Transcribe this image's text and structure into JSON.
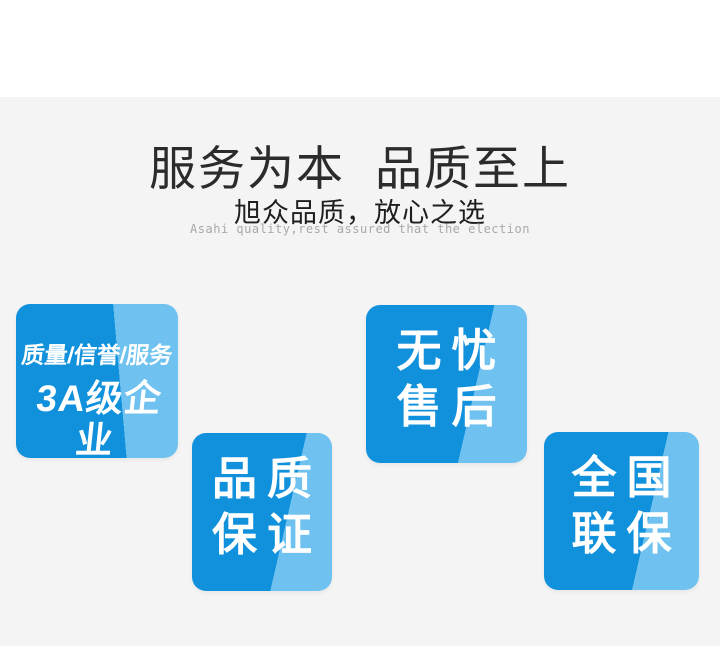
{
  "header": {
    "title_left": "服务为本",
    "title_right": "品质至上",
    "subtitle": "旭众品质，放心之选",
    "subtitle_en": "Asahi quality,rest assured that the election"
  },
  "badges": [
    {
      "id": "3a-enterprise",
      "lines": [
        "质量/信誉/服务",
        "3A级企业"
      ]
    },
    {
      "id": "quality-guarantee",
      "lines": [
        "品质",
        "保证"
      ]
    },
    {
      "id": "worry-free-aftersales",
      "lines": [
        "无忧",
        "售后"
      ]
    },
    {
      "id": "nationwide-warranty",
      "lines": [
        "全国",
        "联保"
      ]
    }
  ],
  "colors": {
    "page_bg": "#ffffff",
    "panel_bg": "#f4f4f4",
    "badge_dark": "#1191dc",
    "badge_light": "#6fc2f0",
    "badge_text": "#ffffff",
    "title_color": "#2b2b2b",
    "subtitle_color": "#1e1e1e",
    "muted_color": "#a9a9a9"
  }
}
